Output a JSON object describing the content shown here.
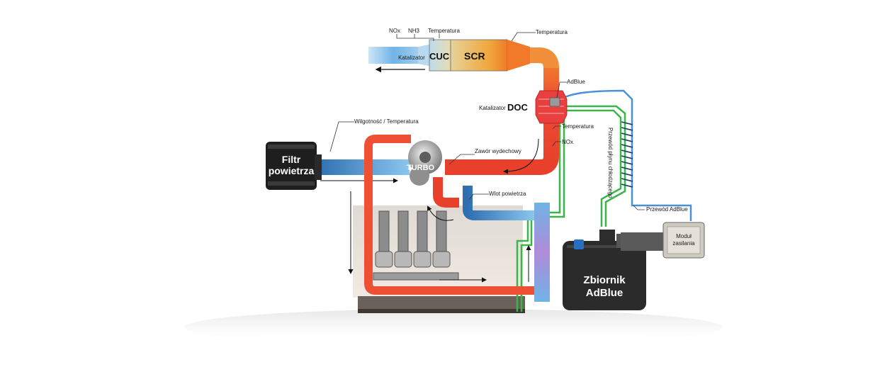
{
  "colors": {
    "exhaust_hot": "#e8402a",
    "exhaust_warm": "#f08a2a",
    "intake_cool": "#6fb4e6",
    "coolant_line": "#39b54a",
    "adblue_line": "#4a90d9",
    "tank": "#2b2b2b"
  },
  "labels": {
    "nox_top": "NOx",
    "nh3": "NH3",
    "temp_top_left": "Temperatura",
    "temp_top_right": "Temperatura",
    "katalizator_cuc": "Katalizator",
    "cuc": "CUC",
    "scr": "SCR",
    "adblue_inlet": "AdBlue",
    "katalizator_doc": "Katalizator",
    "doc": "DOC",
    "temp_mid": "Temperatura",
    "nox_mid": "NOx",
    "wilgotnosc": "Wilgotność / Temperatura",
    "filtr_line1": "Filtr",
    "filtr_line2": "powietrza",
    "turbo": "TURBO",
    "zawor": "Zawór wydechowy",
    "wlot": "Wlot powietrza",
    "przewod_chlodzacy": "Przewód płynu chłodzącego",
    "przewod_adblue": "Przewód AdBlue",
    "modul_line1": "Moduł",
    "modul_line2": "zasilania",
    "zbiornik_line1": "Zbiornik",
    "zbiornik_line2": "AdBlue"
  }
}
